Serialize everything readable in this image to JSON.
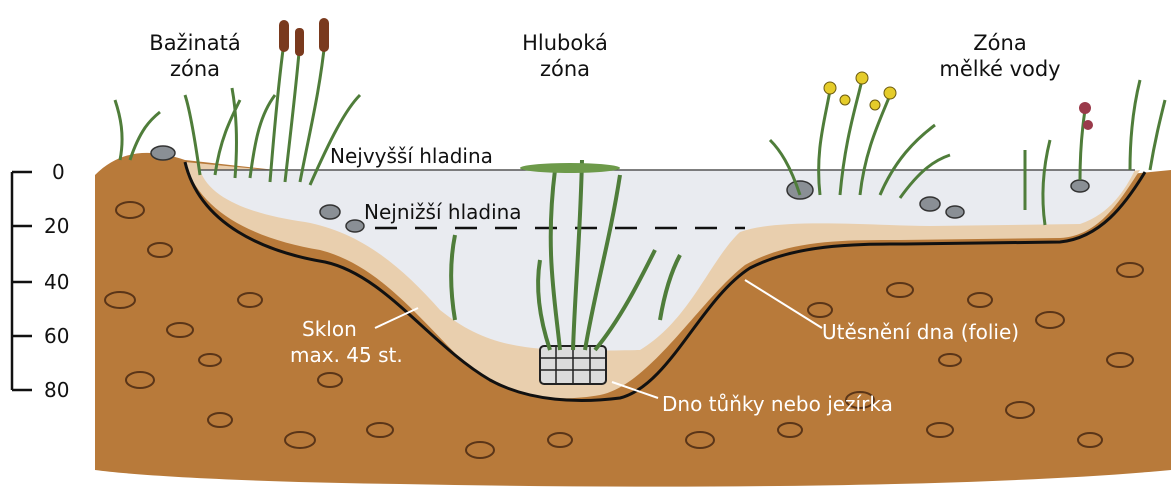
{
  "zones": {
    "marsh": [
      "Bažinatá",
      "zóna"
    ],
    "deep": [
      "Hluboká",
      "zóna"
    ],
    "shallow": [
      "Zóna",
      "mělké vody"
    ]
  },
  "levels": {
    "highest": "Nejvyšší hladina",
    "lowest": "Nejnižší hladina"
  },
  "labels": {
    "slope_1": "Sklon",
    "slope_2": "max. 45 st.",
    "liner": "Utěsnění dna (folie)",
    "bottom": "Dno tůňky nebo jezírka"
  },
  "scale": [
    "0",
    "20",
    "40",
    "60",
    "80"
  ],
  "colors": {
    "soil": "#b87a3a",
    "soil_dark": "#6b3f1e",
    "sand": "#e9cfae",
    "water": "#e9ebf0",
    "plant": "#4f7d3a",
    "flower": "#e5cc2a"
  }
}
